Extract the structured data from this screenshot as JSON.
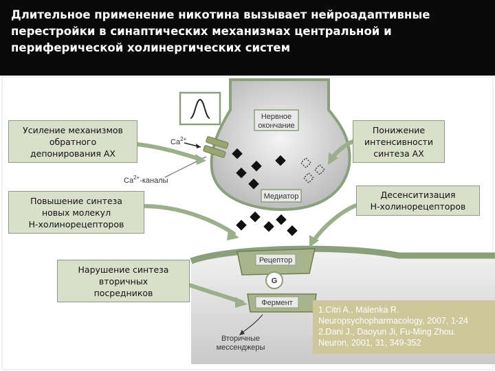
{
  "header": {
    "title_lines": [
      "Длительное применение никотина вызывает нейроадаптивные",
      "перестройки в синаптических механизмах центральной и",
      "периферической холинергических систем"
    ]
  },
  "figure_labels": {
    "nerve_ending": [
      "Нервное",
      "окончание"
    ],
    "calcium": "Ca",
    "calcium_sup": "2+",
    "calcium_channels": "Ca",
    "calcium_channels_sup": "2+",
    "calcium_channels_suffix": "-каналы",
    "mediator": "Медиатор",
    "receptor": "Рецептор",
    "g_protein": "G",
    "enzyme": "Фермент",
    "second_messengers": [
      "Вторичные",
      "мессенджеры"
    ]
  },
  "annotations": {
    "reuptake": [
      "Усиление механизмов",
      "обратного",
      "депонирования АХ"
    ],
    "synthesis_decrease": [
      "Понижение",
      "интенсивности",
      "синтеза АХ"
    ],
    "receptor_synthesis": [
      "Повышение синтеза",
      "новых молекул",
      "Н-холинорецепторов"
    ],
    "desensitization": [
      "Десенситизация",
      "Н-холинорецепторов"
    ],
    "second_messenger_disruption": [
      "Нарушение синтеза",
      "вторичных",
      "посредников"
    ]
  },
  "references": [
    "1.Citri A., Malenka R.",
    "Neuropsychopharmacology, 2007, 1-24",
    "2.Dani J., Daoyun Ji, Fu-Ming Zhou.",
    "Neuron, 2001, 31, 349-352"
  ],
  "colors": {
    "header_bg": "#0a0a0a",
    "box_fill": "#d9dfc9",
    "arrow": "#9bb08a",
    "membrane": "#8aa07a",
    "reference_fill": "#cdc79a"
  }
}
